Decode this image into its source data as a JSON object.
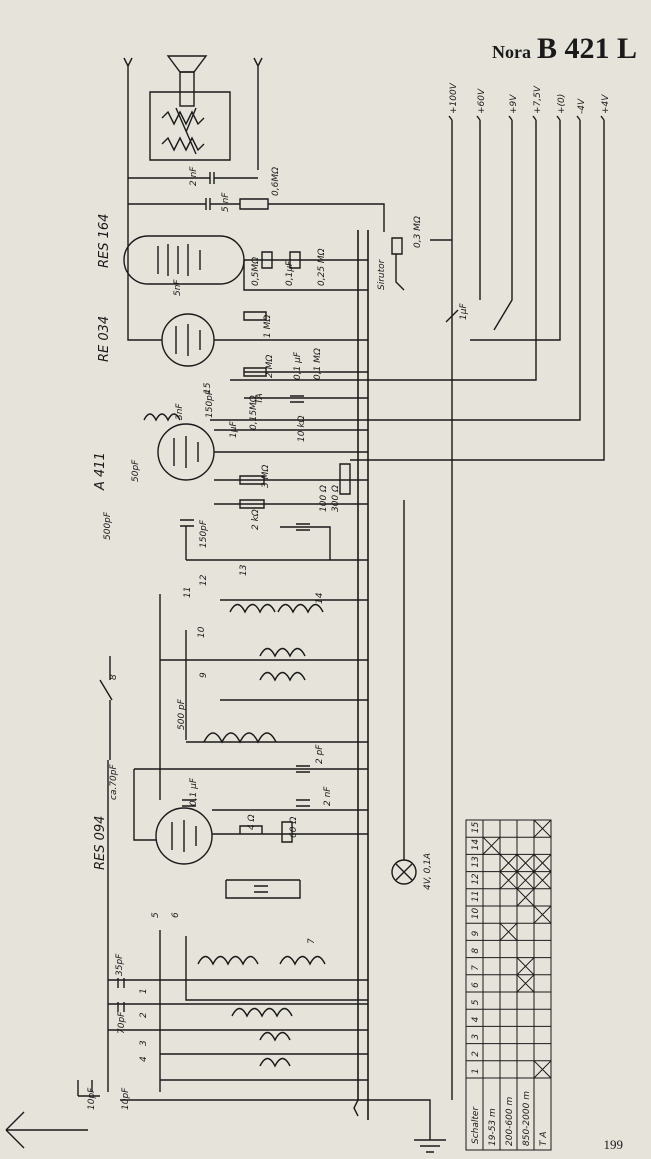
{
  "header": {
    "brand": "Nora",
    "model": "B 421 L"
  },
  "page_number": "199",
  "supply_labels": [
    "+100V",
    "+60V",
    "+9V",
    "+7,5V",
    "+(0)",
    "-4V",
    "+4V"
  ],
  "tubes": [
    "RES 164",
    "RE 034",
    "A 411",
    "RES 094"
  ],
  "component_labels": {
    "c_2nf": "2 nF",
    "c_5nf_top": "5 nF",
    "r_06": "0,6MΩ",
    "r_03": "0,3 MΩ",
    "sirutor": "Sirutor",
    "c_1uf": "1μF",
    "c_5nf": "5nF",
    "r_05": "0,5MΩ",
    "c_01uf": "0,1μF",
    "r_025": "0,25 MΩ",
    "r_1m": "1 MΩ",
    "r_2m": "2 MΩ",
    "c_01": "0,1 μF",
    "r_01": "0,1 MΩ",
    "c_3nf": "3nF",
    "r_015": "0,15MΩ",
    "c_150pf": "150pF",
    "ta": "TA",
    "c_1uf_b": "1μF",
    "r_10k": "10 kΩ",
    "r_3m": "3 MΩ",
    "r_100": "100 Ω",
    "r_300": "300 Ω",
    "c_500pf": "500pF",
    "c_50pf": "50pF",
    "r_2k": "2 kΩ",
    "c_150pf_b": "150pF",
    "c_500pf_b": "500 pF",
    "c_ca70": "ca.70pF",
    "c_2pf": "2 pF",
    "c_01uf_c": "0,1 μF",
    "r_4": "4 Ω",
    "r_60": "60 Ω",
    "c_2nf_b": "2 nF",
    "lamp": "4V, 0,1A",
    "c_35pf": "35pF",
    "c_70pf": "70pF",
    "c_10pf_a": "10pF",
    "c_10pf_b": "10pF"
  },
  "switch_numbers": [
    "1",
    "2",
    "3",
    "4",
    "5",
    "6",
    "7",
    "8",
    "9",
    "10",
    "11",
    "12",
    "13",
    "14",
    "15"
  ],
  "switch_table": {
    "header": "Schalter",
    "columns": [
      "1",
      "2",
      "3",
      "4",
      "5",
      "6",
      "7",
      "8",
      "9",
      "10",
      "11",
      "12",
      "13",
      "14",
      "15"
    ],
    "rows": [
      "19-53 m",
      "200-600 m",
      "850-2000 m",
      "T A"
    ],
    "marks": [
      [
        14
      ],
      [
        9,
        12,
        13
      ],
      [
        6,
        7,
        11,
        12,
        13
      ],
      [
        1,
        10,
        12,
        13,
        15
      ]
    ]
  }
}
